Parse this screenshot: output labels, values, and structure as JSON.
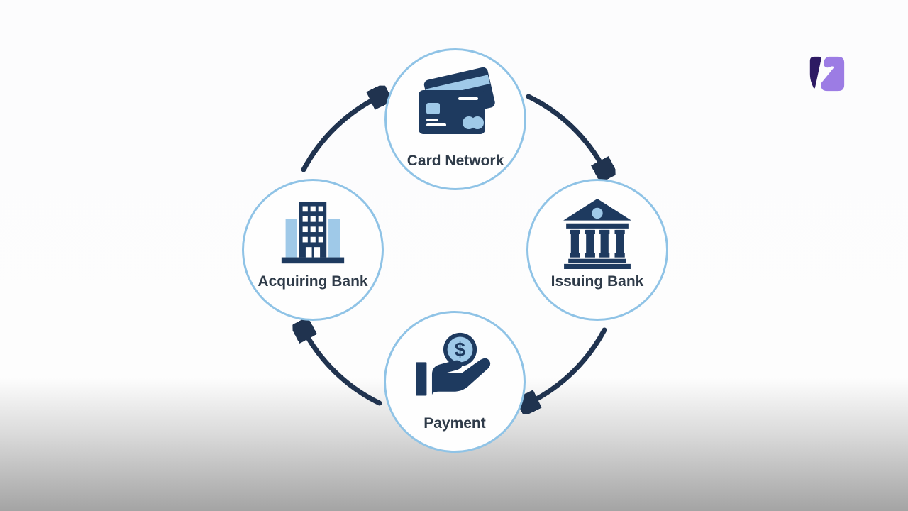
{
  "page": {
    "description": "Card payment processing cycle diagram",
    "background_top": "#fdfdfd",
    "background_bottom": "#a4a4a4"
  },
  "colors": {
    "icon_navy": "#1e3a5f",
    "arrow_navy": "#20334f",
    "accent_light_blue": "#9fc9e8",
    "circle_border": "#8fc3e6",
    "label_text": "#2f3b49",
    "logo_dark": "#2d1a63",
    "logo_light": "#9c7ce4"
  },
  "logo": {
    "name": "brand-logo"
  },
  "diagram": {
    "type": "cycle",
    "direction": "clockwise",
    "nodes": [
      {
        "label": "Card Network",
        "icon": "credit-cards-icon",
        "position": "top"
      },
      {
        "label": "Issuing Bank",
        "icon": "bank-columns-icon",
        "position": "right"
      },
      {
        "label": "Payment",
        "icon": "hand-coin-icon",
        "position": "bottom",
        "icon_symbol": "$"
      },
      {
        "label": "Acquiring Bank",
        "icon": "office-building-icon",
        "position": "left"
      }
    ],
    "arrows": [
      {
        "from": "Acquiring Bank",
        "to": "Card Network"
      },
      {
        "from": "Card Network",
        "to": "Issuing Bank"
      },
      {
        "from": "Issuing Bank",
        "to": "Payment"
      },
      {
        "from": "Payment",
        "to": "Acquiring Bank"
      }
    ]
  }
}
